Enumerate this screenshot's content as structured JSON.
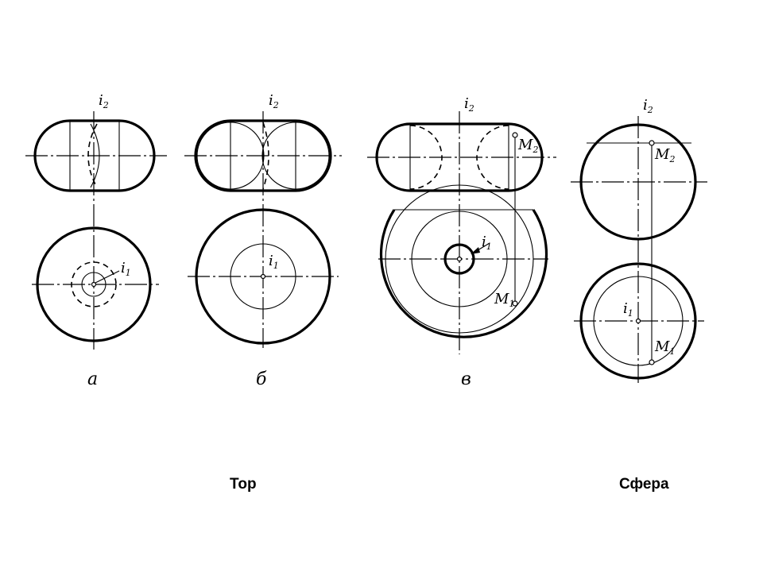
{
  "labels": {
    "a": {
      "axis_v": "i",
      "axis_v_sub": "2",
      "axis_h": "i",
      "axis_h_sub": "1",
      "caption": "а"
    },
    "b": {
      "axis_v": "i",
      "axis_v_sub": "2",
      "axis_h": "i",
      "axis_h_sub": "1",
      "caption": "б"
    },
    "c": {
      "axis_v": "i",
      "axis_v_sub": "2",
      "axis_h": "i",
      "axis_h_sub": "1",
      "point_top": "M",
      "point_top_sub": "2",
      "point_bottom": "M",
      "point_bottom_sub": "1",
      "caption": "в"
    },
    "d": {
      "axis_v": "i",
      "axis_v_sub": "2",
      "axis_h": "i",
      "axis_h_sub": "1",
      "point_top": "M",
      "point_top_sub": "2",
      "point_bottom": "M",
      "point_bottom_sub": "1"
    }
  },
  "titles": {
    "torus": "Тор",
    "sphere": "Сфера"
  }
}
